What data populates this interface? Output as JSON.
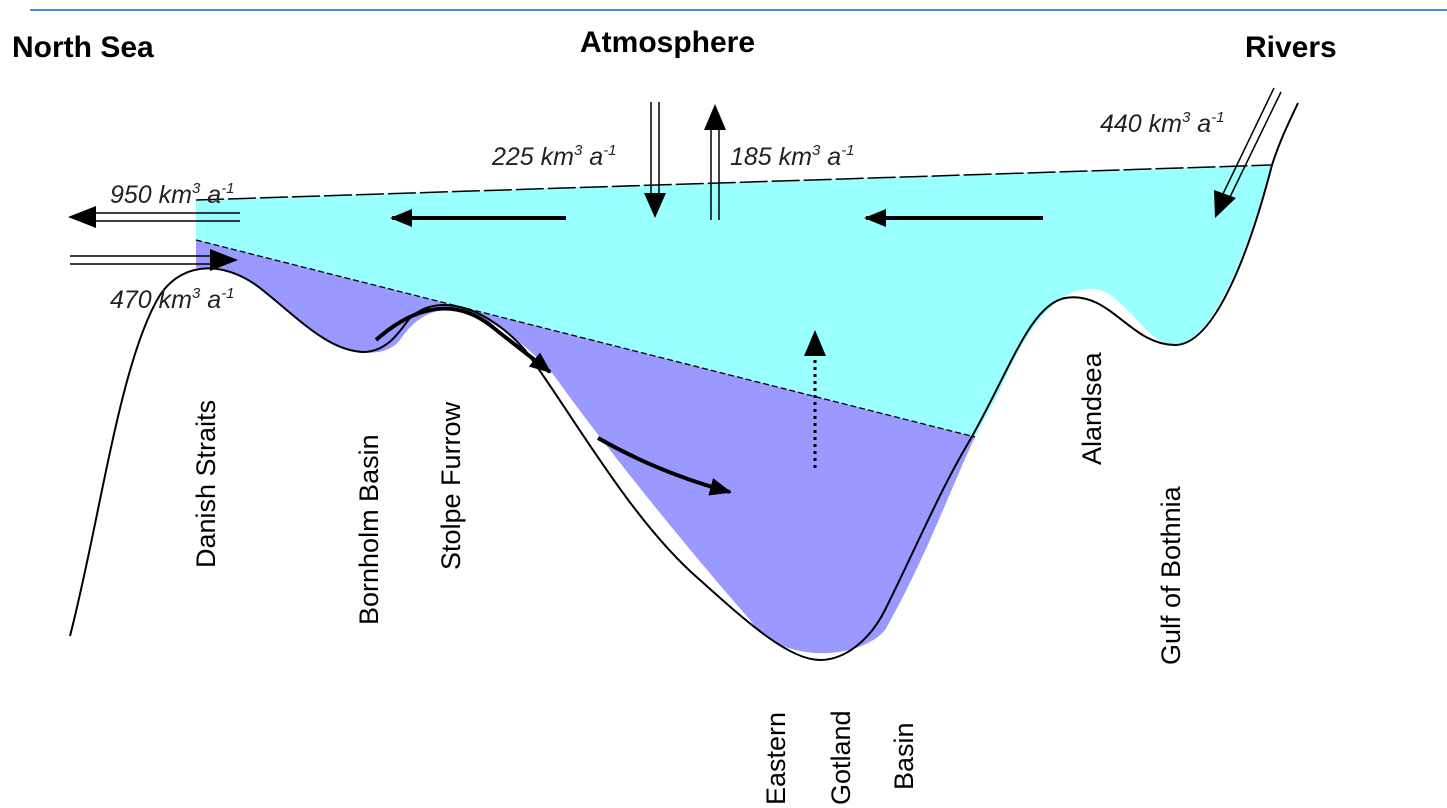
{
  "colors": {
    "surface_water": "#99ffff",
    "deep_water": "#9999ff",
    "rule_line": "#4a8fd0",
    "outline": "#000000"
  },
  "headers": {
    "north_sea": "North Sea",
    "atmosphere": "Atmosphere",
    "rivers": "Rivers"
  },
  "fluxes": {
    "outflow": {
      "value": "950 km",
      "sup1": "3",
      "unit": " a",
      "sup2": "-1"
    },
    "inflow": {
      "value": "470 km",
      "sup1": "3",
      "unit": " a",
      "sup2": "-1"
    },
    "precipitation": {
      "value": "225 km",
      "sup1": "3",
      "unit": " a",
      "sup2": "-1"
    },
    "evaporation": {
      "value": "185 km",
      "sup1": "3",
      "unit": " a",
      "sup2": "-1"
    },
    "river_runoff": {
      "value": "440 km",
      "sup1": "3",
      "unit": " a",
      "sup2": "-1"
    }
  },
  "places": {
    "danish_straits": "Danish Straits",
    "bornholm_basin": "Bornholm Basin",
    "stolpe_furrow": "Stolpe Furrow",
    "eastern": "Eastern",
    "gotland": "Gotland",
    "basin": "Basin",
    "alandsea": "Alandsea",
    "gulf_of_bothnia": "Gulf of Bothnia"
  }
}
